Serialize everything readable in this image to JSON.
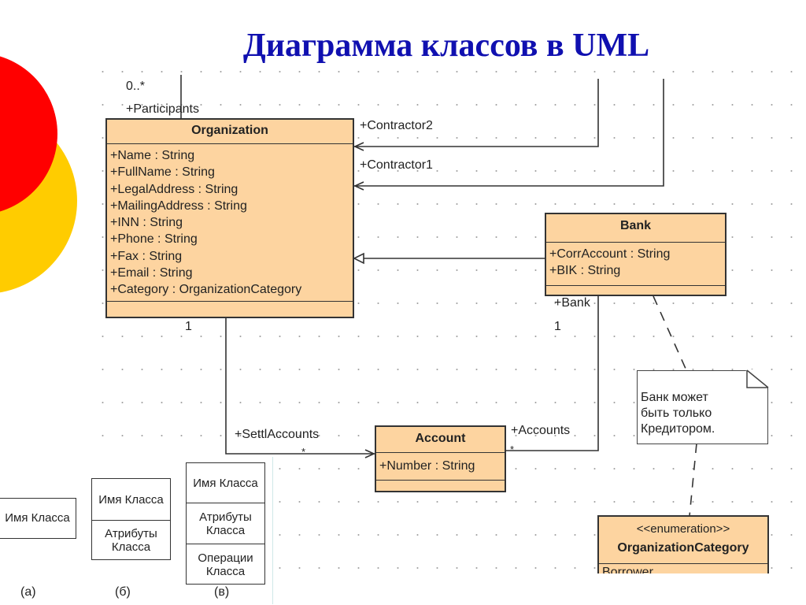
{
  "title": "Диаграмма классов в UML",
  "colors": {
    "title": "#1010b0",
    "class_fill": "#fdd4a0",
    "deco_red": "#ff0000",
    "deco_yellow": "#ffcc00"
  },
  "classes": {
    "organization": {
      "name": "Organization",
      "attributes": [
        "+Name : String",
        "+FullName : String",
        "+LegalAddress : String",
        "+MailingAddress : String",
        "+INN : String",
        "+Phone : String",
        "+Fax : String",
        "+Email : String",
        "+Category : OrganizationCategory"
      ]
    },
    "bank": {
      "name": "Bank",
      "attributes": [
        "+CorrAccount : String",
        "+BIK : String"
      ]
    },
    "account": {
      "name": "Account",
      "attributes": [
        "+Number : String"
      ]
    },
    "organization_category": {
      "stereotype": "<<enumeration>>",
      "name": "OrganizationCategory",
      "first_literal": "Borrower"
    }
  },
  "association_labels": {
    "participants_mult": "0..*",
    "participants": "+Participants",
    "contractor2": "+Contractor2",
    "contractor1": "+Contractor1",
    "org_mult": "1",
    "bank_role": "+Bank",
    "bank_mult": "1",
    "settl_accounts": "+SettlAccounts",
    "settl_mult": "*",
    "accounts": "+Accounts",
    "accounts_mult": "*"
  },
  "note": {
    "lines": [
      "Банк может",
      "быть только",
      "Кредитором."
    ]
  },
  "legend": {
    "a": {
      "name": "Имя Класса",
      "caption": "(а)"
    },
    "b": {
      "name": "Имя Класса",
      "attributes": "Атрибуты Класса",
      "caption": "(б)"
    },
    "c": {
      "name": "Имя Класса",
      "attributes": "Атрибуты Класса",
      "operations": "Операции Класса",
      "caption": "(в)"
    }
  }
}
